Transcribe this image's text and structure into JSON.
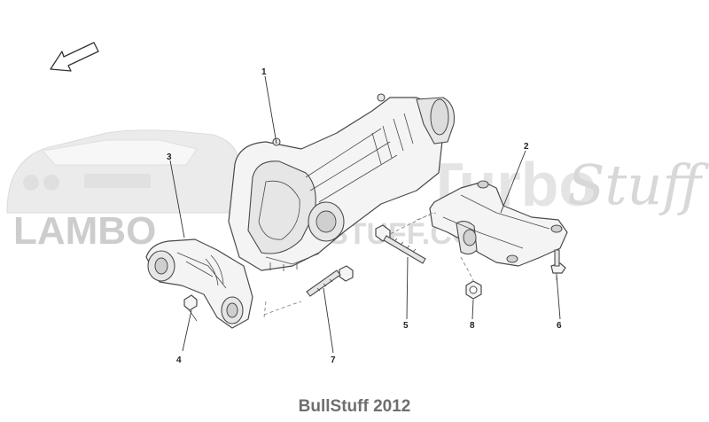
{
  "watermark": {
    "brand_main": "LAMBO",
    "brand_tail": "STUFF.COM",
    "brand_middle": "Turbo",
    "brand_script": "Stuff"
  },
  "callouts": [
    "1",
    "2",
    "3",
    "4",
    "5",
    "6",
    "7",
    "8"
  ],
  "footer": "BullStuff 2012",
  "icons": {
    "orientation": "direction-arrow-icon"
  }
}
